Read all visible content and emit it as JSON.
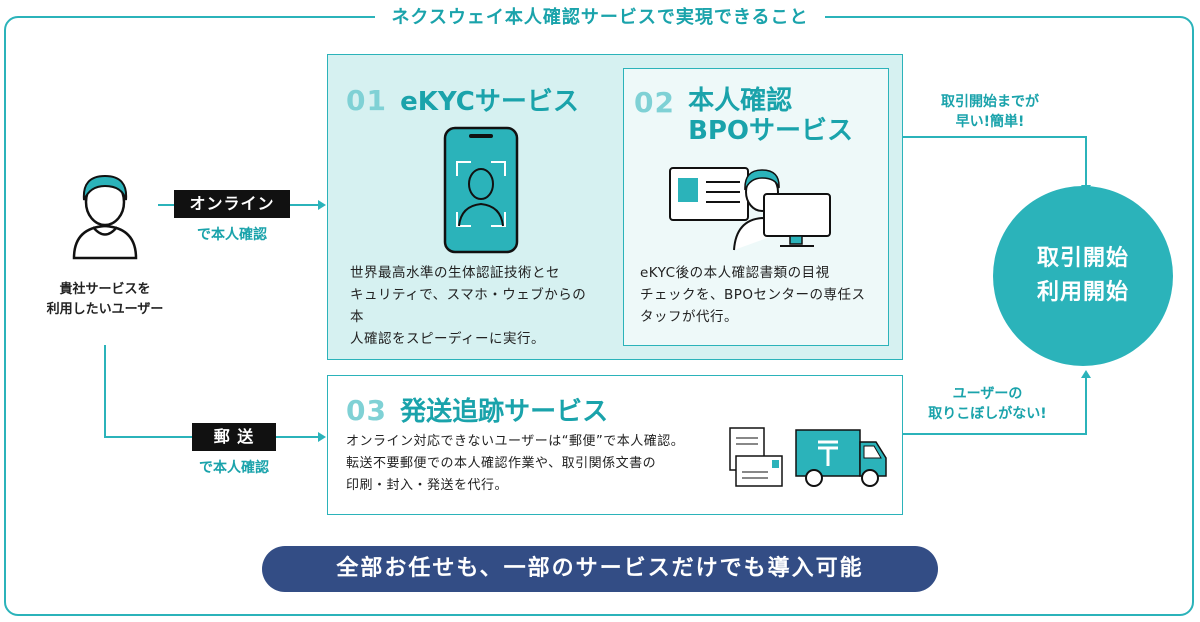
{
  "header": {
    "title": "ネクスウェイ本人確認サービスで実現できること"
  },
  "user": {
    "label_line1": "貴社サービスを",
    "label_line2": "利用したいユーザー",
    "icon": "person-icon"
  },
  "online_route": {
    "tag": "オンライン",
    "sub": "で本人確認"
  },
  "mail_route": {
    "tag": "郵 送",
    "sub": "で本人確認"
  },
  "services": [
    {
      "number": "01",
      "title": "eKYCサービス",
      "description": [
        "世界最高水準の生体認証技術とセ",
        "キュリティで、スマホ・ウェブからの本",
        "人確認をスピーディーに実行。"
      ],
      "icon": "smartphone-face-scan-icon"
    },
    {
      "number": "02",
      "title_line1": "本人確認",
      "title_line2": "BPOサービス",
      "description": [
        "eKYC後の本人確認書類の目視",
        "チェックを、BPOセンターの専任ス",
        "タッフが代行。"
      ],
      "icon": "operator-with-id-card-icon"
    },
    {
      "number": "03",
      "title": "発送追跡サービス",
      "description": [
        "オンライン対応できないユーザーは“郵便”で本人確認。",
        "転送不要郵便での本人確認作業や、取引関係文書の",
        "印刷・封入・発送を代行。"
      ],
      "icon": "mail-truck-icon"
    }
  ],
  "notes": {
    "top_line1": "取引開始までが",
    "top_line2": "早い!簡単!",
    "bottom_line1": "ユーザーの",
    "bottom_line2": "取りこぼしがない!"
  },
  "goal": {
    "line1": "取引開始",
    "line2": "利用開始"
  },
  "footer": {
    "message": "全部お任せも、一部のサービスだけでも導入可能"
  },
  "colors": {
    "teal": "#2bb3ba",
    "teal_text": "#1aa3ab",
    "light_teal_bg": "#d6f1f1",
    "navy": "#334d85",
    "black": "#111111"
  }
}
